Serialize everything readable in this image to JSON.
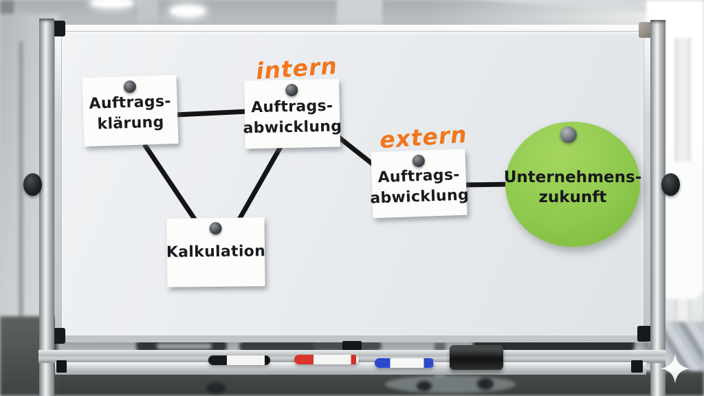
{
  "diagram": {
    "nodes": [
      {
        "id": "auftragsklaerung",
        "line1": "Auftrags-",
        "line2": "klärung"
      },
      {
        "id": "auftragsabwicklung-intern",
        "line1": "Auftrags-",
        "line2": "abwicklung",
        "tag": "intern"
      },
      {
        "id": "auftragsabwicklung-extern",
        "line1": "Auftrags-",
        "line2": "abwicklung",
        "tag": "extern"
      },
      {
        "id": "kalkulation",
        "line1": "Kalkulation"
      },
      {
        "id": "unternehmenszukunft",
        "line1": "Unternehmens-",
        "line2": "zukunft",
        "shape": "circle"
      }
    ],
    "edges": [
      [
        "auftragsklaerung",
        "auftragsabwicklung-intern"
      ],
      [
        "auftragsklaerung",
        "kalkulation"
      ],
      [
        "auftragsabwicklung-intern",
        "kalkulation"
      ],
      [
        "auftragsabwicklung-intern",
        "auftragsabwicklung-extern"
      ],
      [
        "auftragsabwicklung-extern",
        "unternehmenszukunft"
      ]
    ],
    "tags": {
      "intern": "intern",
      "extern": "extern"
    }
  },
  "colors": {
    "tag_orange": "#f2761c",
    "goal_green": "#8fc94d",
    "note_white": "#fcfcfb",
    "edge_black": "#141414",
    "marker_red": "#d9352a",
    "marker_blue": "#2c49c9",
    "marker_black": "#17181a"
  },
  "decor": {
    "pins": "push-pin",
    "magnet": "round-magnet",
    "tray_items": [
      "black-marker",
      "red-marker",
      "blue-marker",
      "board-eraser"
    ],
    "watermark": "sparkle-star"
  }
}
